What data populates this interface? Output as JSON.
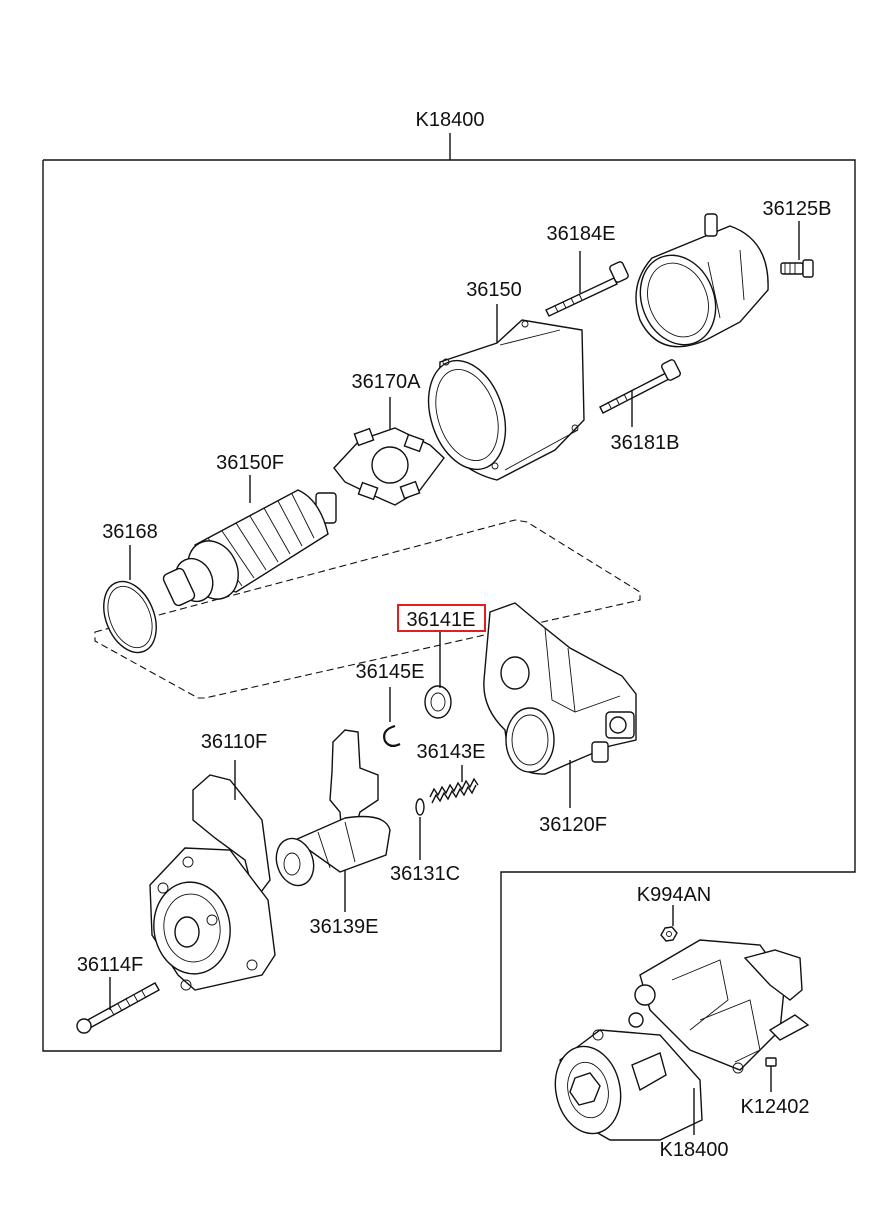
{
  "labels": {
    "assembly_top": "K18400",
    "p36125B": "36125B",
    "p36184E": "36184E",
    "p36150": "36150",
    "p36170A": "36170A",
    "p36181B": "36181B",
    "p36150F": "36150F",
    "p36168": "36168",
    "p36141E": "36141E",
    "p36145E": "36145E",
    "p36110F": "36110F",
    "p36143E": "36143E",
    "p36120F": "36120F",
    "p36131C": "36131C",
    "p36139E": "36139E",
    "p36114F": "36114F",
    "pK994AN": "K994AN",
    "pK12402": "K12402",
    "assembly_bottom": "K18400"
  },
  "highlight": {
    "part": "36141E",
    "color": "#e02020"
  }
}
